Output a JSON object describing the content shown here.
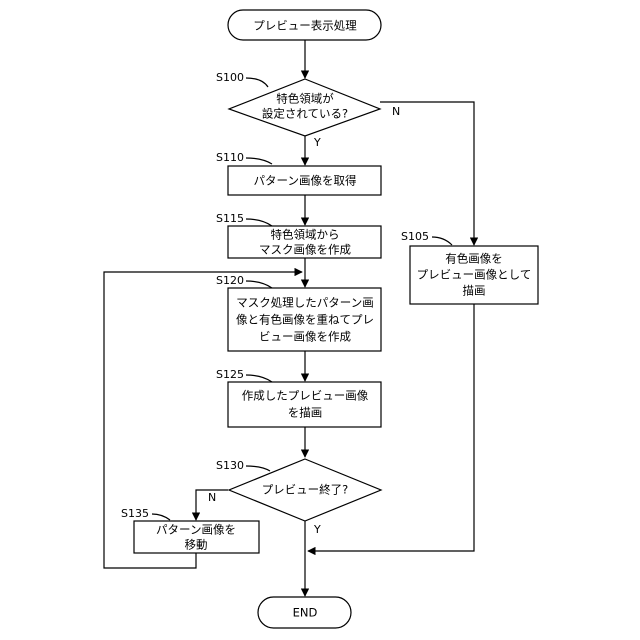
{
  "terminals": {
    "start": "プレビュー表示処理",
    "end": "END"
  },
  "steps": {
    "s100": {
      "id": "S100",
      "lines": [
        "特色領域が",
        "設定されている?"
      ]
    },
    "s110": {
      "id": "S110",
      "lines": [
        "パターン画像を取得"
      ]
    },
    "s115": {
      "id": "S115",
      "lines": [
        "特色領域から",
        "マスク画像を作成"
      ]
    },
    "s120": {
      "id": "S120",
      "lines": [
        "マスク処理したパターン画",
        "像と有色画像を重ねてプレ",
        "ビュー画像を作成"
      ]
    },
    "s125": {
      "id": "S125",
      "lines": [
        "作成したプレビュー画像",
        "を描画"
      ]
    },
    "s130": {
      "id": "S130",
      "lines": [
        "プレビュー終了?"
      ]
    },
    "s135": {
      "id": "S135",
      "lines": [
        "パターン画像を",
        "移動"
      ]
    },
    "s105": {
      "id": "S105",
      "lines": [
        "有色画像を",
        "プレビュー画像として",
        "描画"
      ]
    }
  },
  "branches": {
    "yes": "Y",
    "no": "N"
  }
}
